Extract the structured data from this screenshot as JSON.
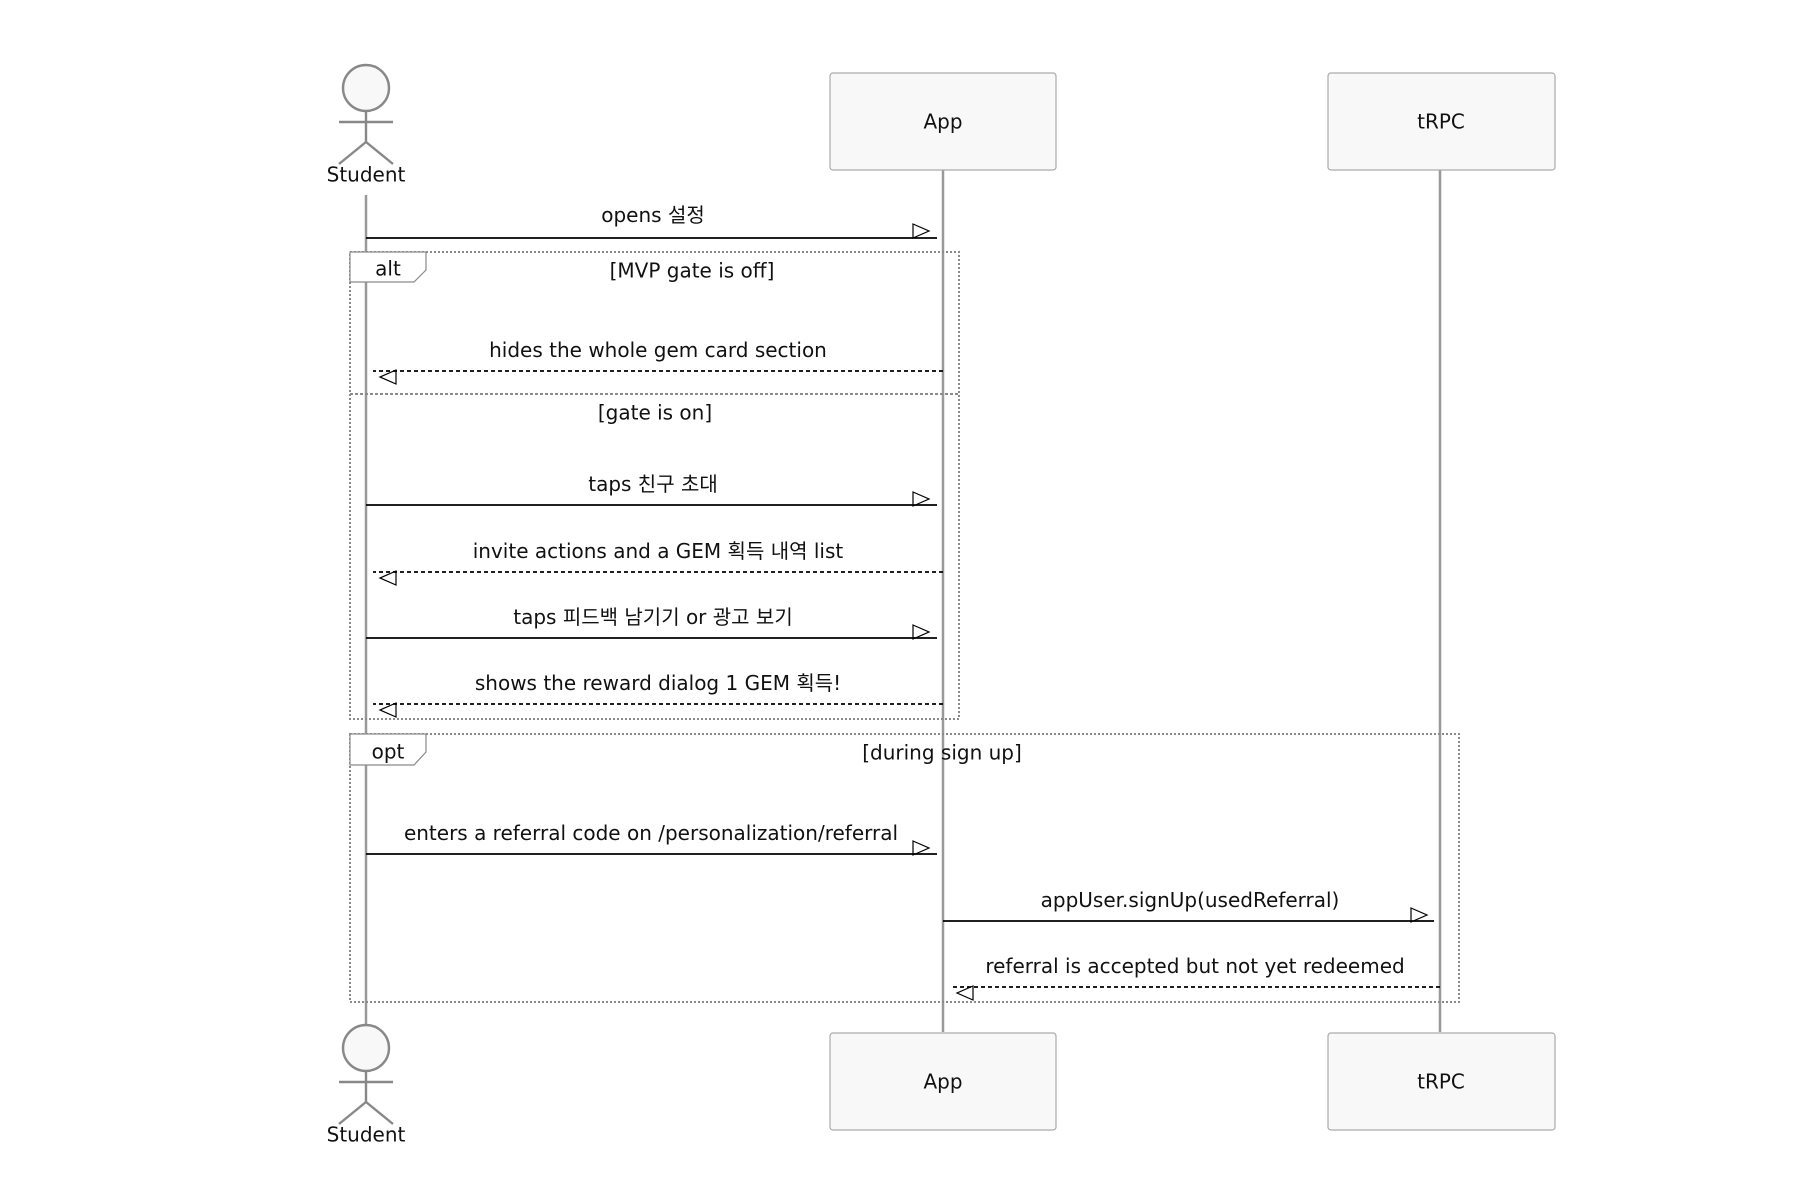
{
  "participants": {
    "student": "Student",
    "app": "App",
    "trpc": "tRPC"
  },
  "messages": [
    {
      "id": "m1",
      "from": "student",
      "to": "app",
      "style": "solid",
      "label": "opens 설정"
    },
    {
      "id": "m2",
      "from": "app",
      "to": "student",
      "style": "dashed",
      "label": "hides the whole gem card section"
    },
    {
      "id": "m3",
      "from": "student",
      "to": "app",
      "style": "solid",
      "label": "taps 친구 초대"
    },
    {
      "id": "m4",
      "from": "app",
      "to": "student",
      "style": "dashed",
      "label": "invite actions and a GEM 획득 내역 list"
    },
    {
      "id": "m5",
      "from": "student",
      "to": "app",
      "style": "solid",
      "label": "taps 피드백 남기기 or 광고 보기"
    },
    {
      "id": "m6",
      "from": "app",
      "to": "student",
      "style": "dashed",
      "label": "shows the reward dialog 1 GEM 획득!"
    },
    {
      "id": "m7",
      "from": "student",
      "to": "app",
      "style": "solid",
      "label": "enters a referral code on /personalization/referral"
    },
    {
      "id": "m8",
      "from": "app",
      "to": "trpc",
      "style": "solid",
      "label": "appUser.signUp(usedReferral)"
    },
    {
      "id": "m9",
      "from": "trpc",
      "to": "app",
      "style": "dashed",
      "label": "referral is accepted but not yet redeemed"
    }
  ],
  "fragments": {
    "alt": {
      "operator": "alt",
      "condition_1": "[MVP gate is off]",
      "condition_2": "[gate is on]"
    },
    "opt": {
      "operator": "opt",
      "condition": "[during sign up]"
    }
  }
}
